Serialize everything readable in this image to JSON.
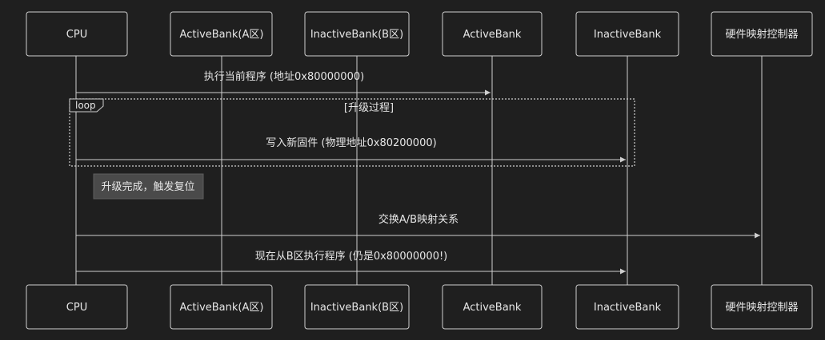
{
  "participants": [
    {
      "label": "CPU"
    },
    {
      "label": "ActiveBank(A区)"
    },
    {
      "label": "InactiveBank(B区)"
    },
    {
      "label": "ActiveBank"
    },
    {
      "label": "InactiveBank"
    },
    {
      "label": "硬件映射控制器"
    }
  ],
  "loop": {
    "tag": "loop",
    "condition": "[升级过程]"
  },
  "note": {
    "text": "升级完成，触发复位"
  },
  "messages": [
    {
      "text": "执行当前程序 (地址0x80000000)"
    },
    {
      "text": "写入新固件 (物理地址0x80200000)"
    },
    {
      "text": "交换A/B映射关系"
    },
    {
      "text": "现在从B区执行程序 (仍是0x80000000!)"
    }
  ],
  "colors": {
    "background": "#1f1f1f",
    "box_fill": "#1f1f1f",
    "box_stroke": "#cfcfcf",
    "line": "#cfcfcf",
    "text": "#e6e6e6",
    "note_fill": "#4a4a4a"
  }
}
